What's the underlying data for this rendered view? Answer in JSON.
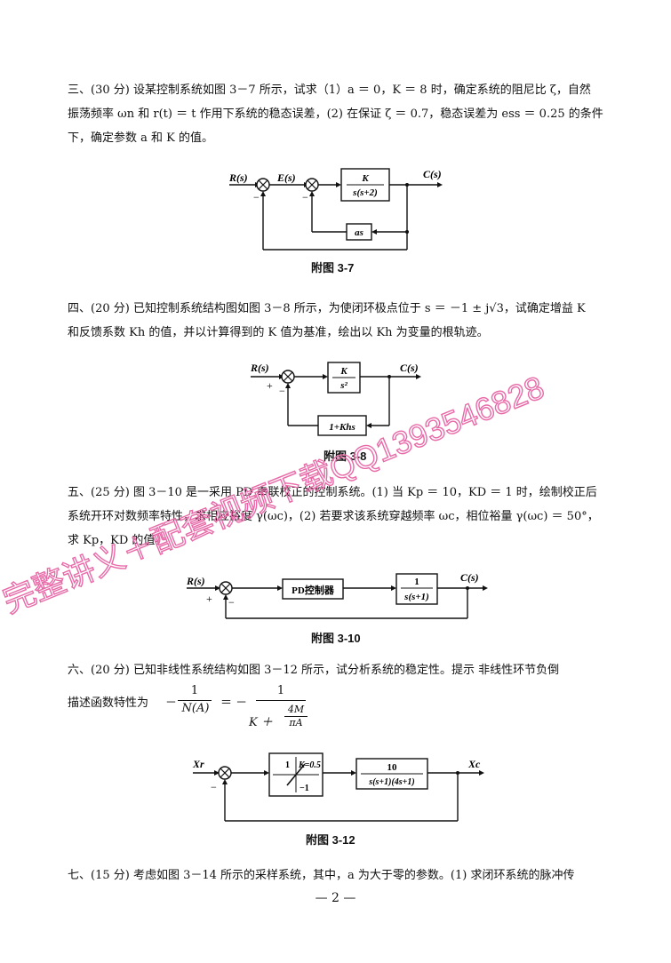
{
  "problems": {
    "p3": {
      "line1": "三、(30 分) 设某控制系统如图 3－7 所示，试求（1）a ＝ 0，K ＝ 8 时，确定系统的阻尼比 ζ，自然",
      "line2": "振荡频率 ωn 和 r(t) ＝ t 作用下系统的稳态误差，(2) 在保证 ζ ＝ 0.7，稳态误差为 ess ＝ 0.25 的条件",
      "line3": "下，确定参数 a 和 K 的值。"
    },
    "p4": {
      "line1": "四、(20 分) 已知控制系统结构图如图 3－8 所示，为使闭环极点位于 s ＝ －1 ± j√3，试确定增益 K",
      "line2": "和反馈系数 Kh 的值，并以计算得到的 K 值为基准，绘出以 Kh 为变量的根轨迹。"
    },
    "p5": {
      "line1": "五、(25 分) 图 3－10 是一采用 PD 串联校正的控制系统。(1) 当 Kp ＝ 10，KD ＝ 1 时，绘制校正后",
      "line2": "系统开环对数频率特性，求相应裕度 γ(ωc)，(2) 若要求该系统穿越频率 ωc，相位裕量 γ(ωc) ＝ 50°，",
      "line3": "求 Kp，KD 的值。"
    },
    "p6": {
      "line1": "六、(20 分) 已知非线性系统结构如图 3－12 所示，试分析系统的稳定性。提示  非线性环节负倒",
      "line2": "描述函数特性为",
      "f_minus": "－",
      "f_num": "1",
      "f_den": "N(A)",
      "f_eq": "＝ －",
      "f_num2": "1",
      "f_den_k": "K ＋",
      "f_frac_num": "4M",
      "f_frac_den": "πA"
    },
    "p7": {
      "line1": "七、(15 分) 考虑如图 3－14 所示的采样系统，其中，a 为大于零的参数。(1) 求闭环系统的脉冲传"
    }
  },
  "figures": {
    "f37": {
      "caption": "附图 3-7",
      "R": "R(s)",
      "E": "E(s)",
      "C": "C(s)",
      "block_num": "K",
      "block_den": "s(s+2)",
      "fb_block": "as",
      "minus1": "−",
      "minus2": "−"
    },
    "f38": {
      "caption": "附图 3-8",
      "R": "R(s)",
      "C": "C(s)",
      "plus": "+",
      "minus": "−",
      "block_num": "K",
      "block_den": "s²",
      "fb_block": "1+Khs"
    },
    "f310": {
      "caption": "附图 3-10",
      "R": "R(s)",
      "C": "C(s)",
      "plus": "+",
      "minus": "−",
      "pd_block": "PD控制器",
      "plant_num": "1",
      "plant_den": "s(s+1)"
    },
    "f312": {
      "caption": "附图 3-12",
      "Xr": "Xr",
      "Xc": "Xc",
      "minus": "−",
      "nl_k": "K=0.5",
      "nl_1": "1",
      "nl_m1": "−1",
      "plant_num": "10",
      "plant_den": "s(s+1)(4s+1)"
    }
  },
  "page_number": "— 2 —",
  "watermark": {
    "text": "完整讲义＋配套视频下载QQ1393546828",
    "color": "#e86aa8"
  }
}
